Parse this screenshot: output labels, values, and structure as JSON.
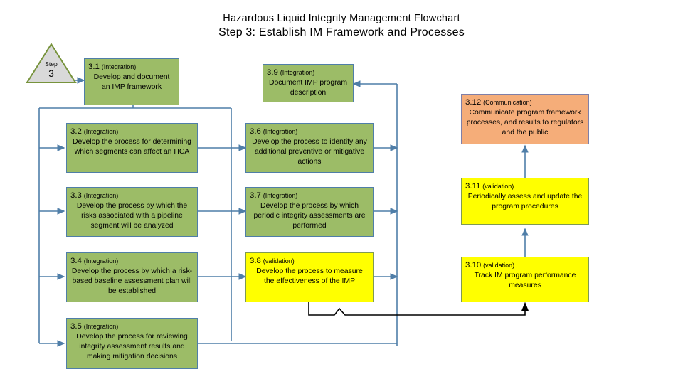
{
  "title": {
    "line1": "Hazardous Liquid Integrity Management Flowchart",
    "line2": "Step 3: Establish IM Framework and Processes"
  },
  "step_marker": {
    "label": "Step",
    "number": "3",
    "shape": "triangle",
    "fill": "#D9D9D9",
    "border": "#77933C"
  },
  "colors": {
    "integration_fill": "#9CBC67",
    "validation_fill": "#FFFF00",
    "communication_fill": "#F5AD79",
    "connector_blue": "#4F7EA8",
    "connector_black": "#000000",
    "box_border": "#4F7EA8"
  },
  "nodes": [
    {
      "id": "3.1",
      "num": "3.1",
      "tag": "(Integration)",
      "text": "Develop and document an IMP framework",
      "category": "green"
    },
    {
      "id": "3.2",
      "num": "3.2",
      "tag": "(Integration)",
      "text": "Develop the process for determining which segments can affect an HCA",
      "category": "green"
    },
    {
      "id": "3.3",
      "num": "3.3",
      "tag": "(Integration)",
      "text": "Develop the process by which the risks associated with a pipeline segment will be analyzed",
      "category": "green"
    },
    {
      "id": "3.4",
      "num": "3.4",
      "tag": "(Integration)",
      "text": "Develop the process by which a risk-based baseline assessment plan will be established",
      "category": "green"
    },
    {
      "id": "3.5",
      "num": "3.5",
      "tag": "(Integration)",
      "text": "Develop the process for reviewing integrity assessment results and making mitigation decisions",
      "category": "green"
    },
    {
      "id": "3.6",
      "num": "3.6",
      "tag": "(Integration)",
      "text": "Develop the process to identify any additional preventive or mitigative actions",
      "category": "green"
    },
    {
      "id": "3.7",
      "num": "3.7",
      "tag": "(Integration)",
      "text": "Develop the process by which periodic integrity assessments are performed",
      "category": "green"
    },
    {
      "id": "3.8",
      "num": "3.8",
      "tag": "(validation)",
      "text": "Develop the process to measure the effectiveness of the IMP",
      "category": "yellow"
    },
    {
      "id": "3.9",
      "num": "3.9",
      "tag": "(Integration)",
      "text": "Document IMP program description",
      "category": "green"
    },
    {
      "id": "3.10",
      "num": "3.10",
      "tag": "(validation)",
      "text": "Track IM program performance measures",
      "category": "yellow"
    },
    {
      "id": "3.11",
      "num": "3.11",
      "tag": "(validation)",
      "text": "Periodically assess and update the program procedures",
      "category": "yellow"
    },
    {
      "id": "3.12",
      "num": "3.12",
      "tag": "(Communication)",
      "text": "Communicate program framework processes, and results to regulators and the public",
      "category": "orange"
    }
  ]
}
